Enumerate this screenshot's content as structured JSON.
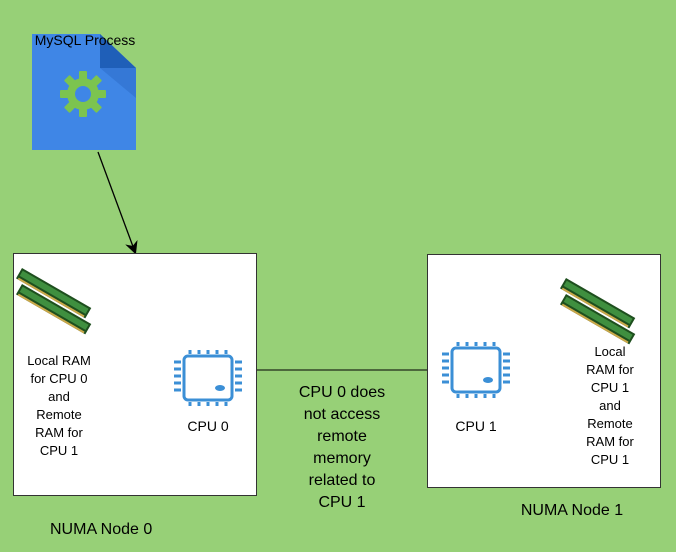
{
  "process": {
    "label": "MySQL Process"
  },
  "node0": {
    "label": "NUMA Node 0",
    "cpu_label": "CPU 0",
    "ram_label_lines": [
      "Local RAM",
      "for CPU 0",
      "and",
      "Remote",
      "RAM for",
      "CPU 1"
    ]
  },
  "node1": {
    "label": "NUMA Node 1",
    "cpu_label": "CPU 1",
    "ram_label_lines": [
      "Local",
      "RAM for",
      "CPU 1",
      "and",
      "Remote",
      "RAM for",
      "CPU 1"
    ]
  },
  "note": {
    "lines": [
      "CPU 0 does",
      "not access",
      "remote",
      "memory",
      "related to",
      "CPU 1"
    ]
  },
  "colors": {
    "background": "#97d077",
    "cpu": "#3b8fd6",
    "process_file": "#3f86e6",
    "gear": "#7cc44f",
    "ram": "#2d6b2d"
  },
  "icons": {
    "process": "document-gear-icon",
    "cpu": "cpu-chip-icon",
    "ram": "ram-module-icon"
  }
}
